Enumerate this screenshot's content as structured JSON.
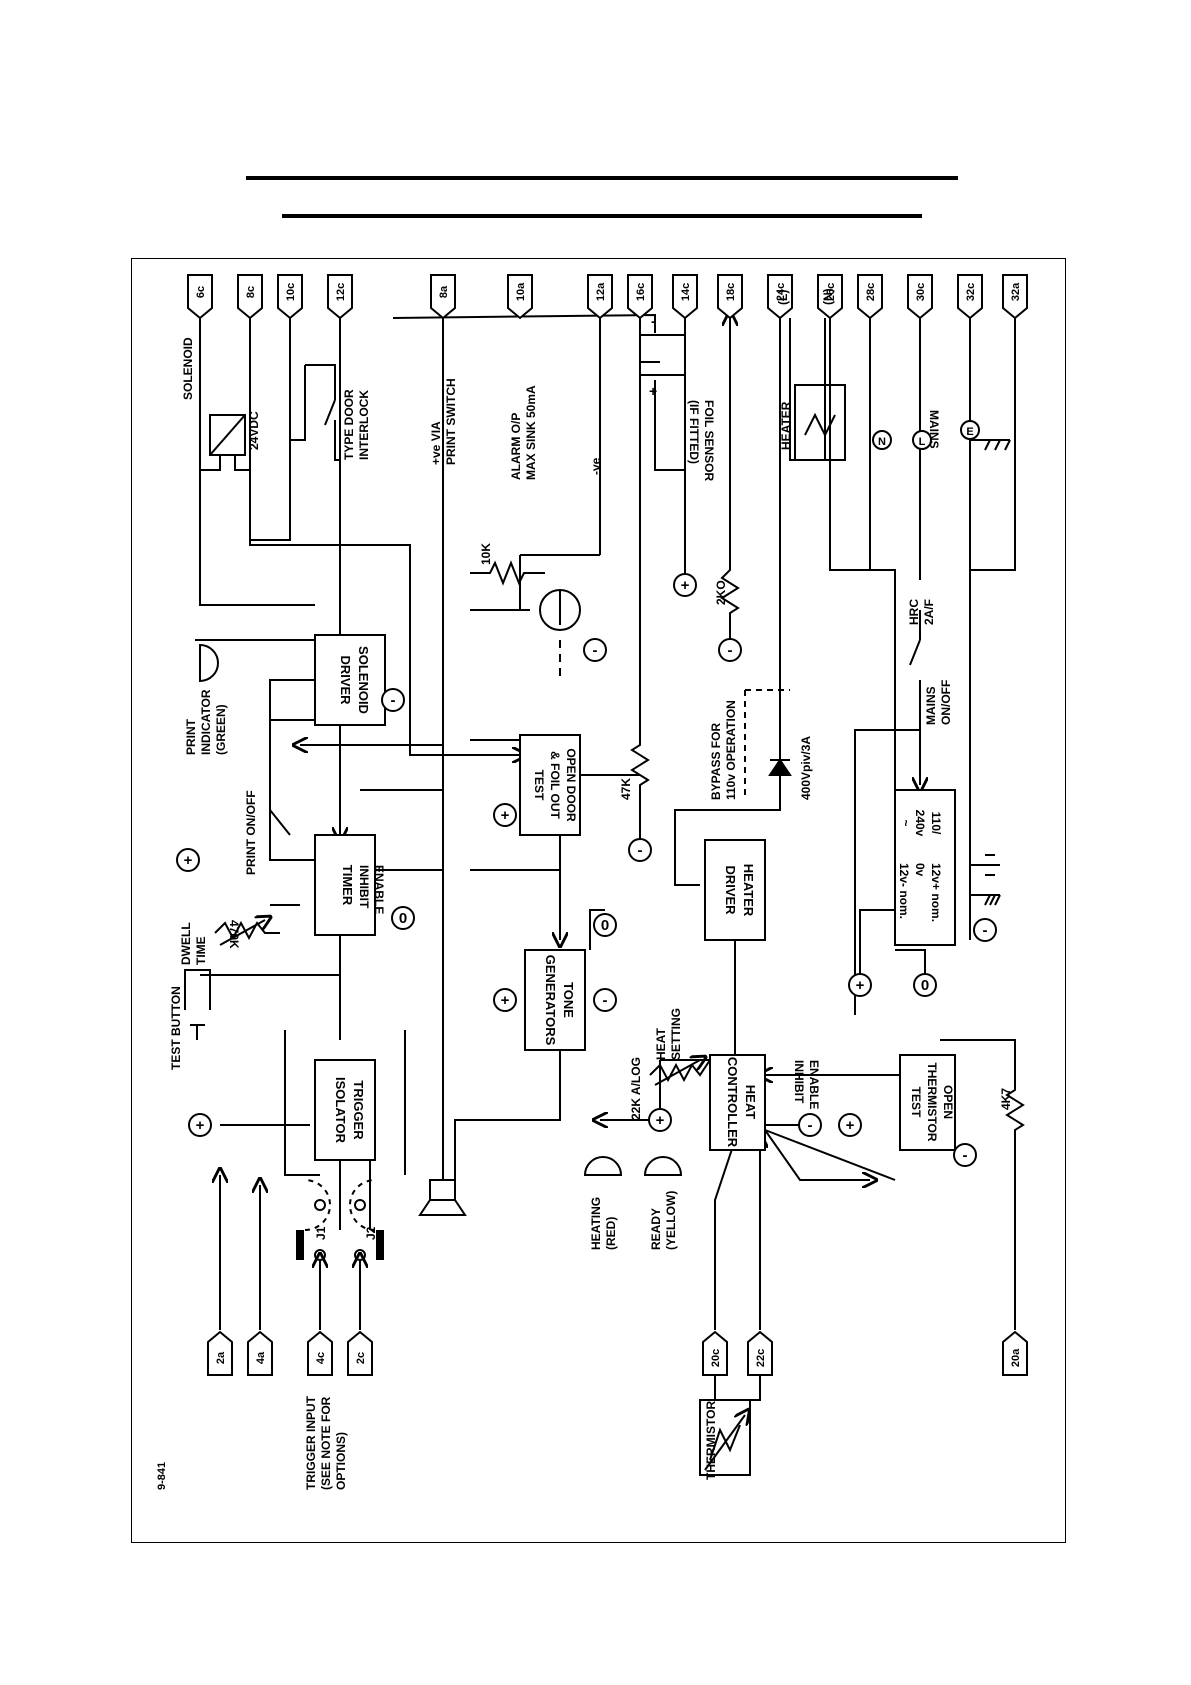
{
  "figure_id": "9-841",
  "colors": {
    "ink": "#000000",
    "paper": "#ffffff"
  },
  "blocks": {
    "solenoid_driver": [
      "SOLENOID",
      "DRIVER"
    ],
    "timer": [
      "TIMER"
    ],
    "trigger_isolator": [
      "TRIGGER",
      "ISOLATOR"
    ],
    "open_door_test": [
      "OPEN DOOR",
      "& FOIL OUT",
      "TEST"
    ],
    "tone_generators": [
      "TONE",
      "GENERATORS"
    ],
    "heater_driver": [
      "HEATER",
      "DRIVER"
    ],
    "heat_controller": [
      "HEAT",
      "CONTROLLER"
    ],
    "open_thermistor_test": [
      "OPEN",
      "THERMISTOR",
      "TEST"
    ],
    "psu": [
      "12v+ nom.",
      "0v",
      "12v- nom."
    ],
    "psu_in": [
      "110/",
      "240v",
      "~"
    ]
  },
  "pins": {
    "p6c": "6c",
    "p8c": "8c",
    "p10c": "10c",
    "p12c": "12c",
    "p8a": "8a",
    "p10a": "10a",
    "p12a": "12a",
    "p16c": "16c",
    "p14c": "14c",
    "p18c": "18c",
    "p24c": "24c",
    "p26c": "26c",
    "p28c": "28c",
    "p30c": "30c",
    "p32c": "32c",
    "p32a": "32a",
    "p2a": "2a",
    "p4a": "4a",
    "p4c": "4c",
    "p2c": "2c",
    "p20c": "20c",
    "p22c": "22c",
    "p20a": "20a"
  },
  "labels": {
    "solenoid": "SOLENOID",
    "v24dc": "24VDC",
    "type_door_interlock": [
      "TYPE DOOR",
      "INTERLOCK"
    ],
    "print_switch": [
      "+ve VIA",
      "PRINT SWITCH"
    ],
    "alarm": [
      "ALARM O/P",
      "MAX SINK 50mA"
    ],
    "neg_ve": "-ve",
    "foil_sensor": [
      "FOIL SENSOR",
      "(IF FITTED)"
    ],
    "heater": "HEATER",
    "mains": "MAINS",
    "print_indicator": [
      "PRINT",
      "INDICATOR",
      "(GREEN)"
    ],
    "print_onoff": "PRINT ON/OFF",
    "dwell_time": [
      "DWELL",
      "TIME"
    ],
    "r470k": "470K",
    "test_button": "TEST BUTTON",
    "r10k": "10K",
    "r47k": "47K",
    "r2k0": "2KO",
    "bypass": [
      "BYPASS FOR",
      "110v OPERATION"
    ],
    "diode_rating": "400Vpiv/3A",
    "hrc": [
      "HRC",
      "2A/F"
    ],
    "mains_onoff": [
      "MAINS",
      "ON/OFF"
    ],
    "enable_inhibit": [
      "ENABLE",
      "INHIBIT"
    ],
    "heat_setting": [
      "HEAT",
      "SETTING"
    ],
    "r22k": "22K A/LOG",
    "heating_red": [
      "HEATING",
      "(RED)"
    ],
    "ready_yellow": [
      "READY",
      "(YELLOW)"
    ],
    "r4k7": "4K7",
    "thermistor": "THERMISTOR",
    "trigger_input": [
      "TRIGGER INPUT",
      "(SEE NOTE FOR",
      "OPTIONS)"
    ],
    "j1": "J1",
    "j2": "J2",
    "L": "(L)",
    "N": "(N)",
    "letterN": "N",
    "letterL": "L",
    "letterE": "E",
    "plus": "+",
    "minus": "-",
    "zero": "0"
  }
}
